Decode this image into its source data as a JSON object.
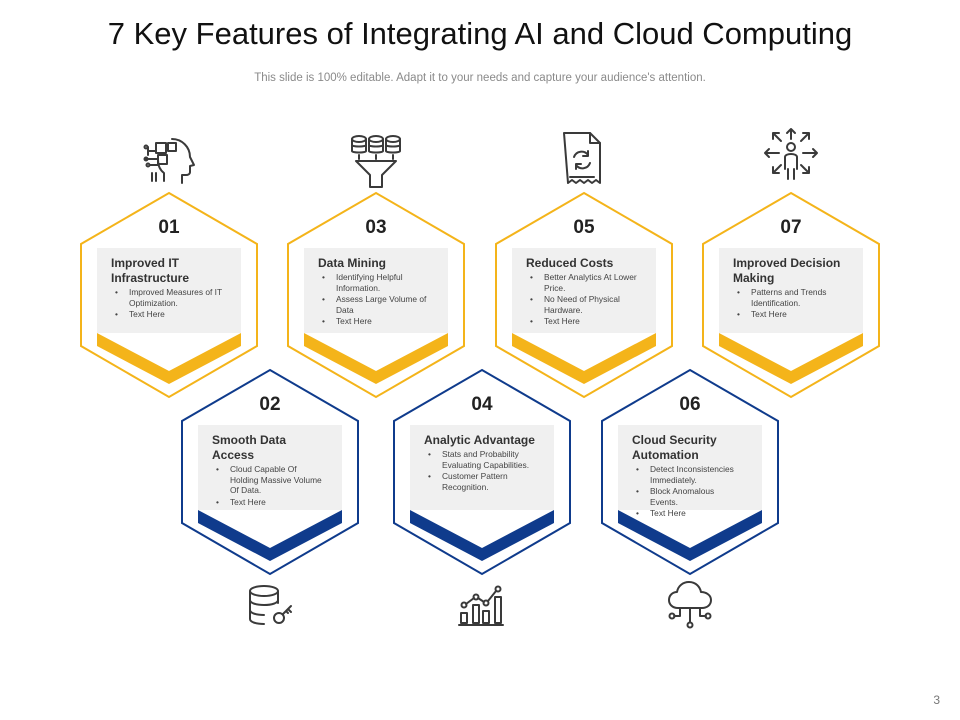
{
  "slide": {
    "title": "7 Key Features of Integrating AI and Cloud Computing",
    "subtitle": "This slide is 100% editable. Adapt it to your needs and capture your audience's attention.",
    "page_number": "3"
  },
  "colors": {
    "yellow": "#F4B41A",
    "navy": "#0F3B8C",
    "card_bg": "#F0F0F0",
    "icon": "#3a3a3a"
  },
  "features": [
    {
      "number": "01",
      "title": "Improved IT Infrastructure",
      "bullets": [
        "Improved Measures of IT Optimization.",
        "Text Here"
      ],
      "icon": "ai-head-puzzle-icon"
    },
    {
      "number": "02",
      "title": "Smooth Data Access",
      "bullets": [
        "Cloud Capable Of Holding Massive Volume Of Data.",
        "Text Here"
      ],
      "icon": "database-key-icon"
    },
    {
      "number": "03",
      "title": "Data Mining",
      "bullets": [
        "Identifying Helpful Information.",
        "Assess Large Volume of Data",
        "Text Here"
      ],
      "icon": "data-funnel-icon"
    },
    {
      "number": "04",
      "title": "Analytic Advantage",
      "bullets": [
        "Stats and Probability Evaluating Capabilities.",
        "Customer Pattern Recognition."
      ],
      "icon": "analytics-chart-icon"
    },
    {
      "number": "05",
      "title": "Reduced Costs",
      "bullets": [
        "Better Analytics At Lower Price.",
        "No Need of Physical Hardware.",
        "Text Here"
      ],
      "icon": "recycle-receipt-icon"
    },
    {
      "number": "06",
      "title": "Cloud Security Automation",
      "bullets": [
        "Detect Inconsistencies Immediately.",
        "Block Anomalous Events.",
        "Text Here"
      ],
      "icon": "cloud-network-icon"
    },
    {
      "number": "07",
      "title": "Improved Decision Making",
      "bullets": [
        "Patterns and Trends Identification.",
        "Text Here"
      ],
      "icon": "person-decision-icon"
    }
  ]
}
